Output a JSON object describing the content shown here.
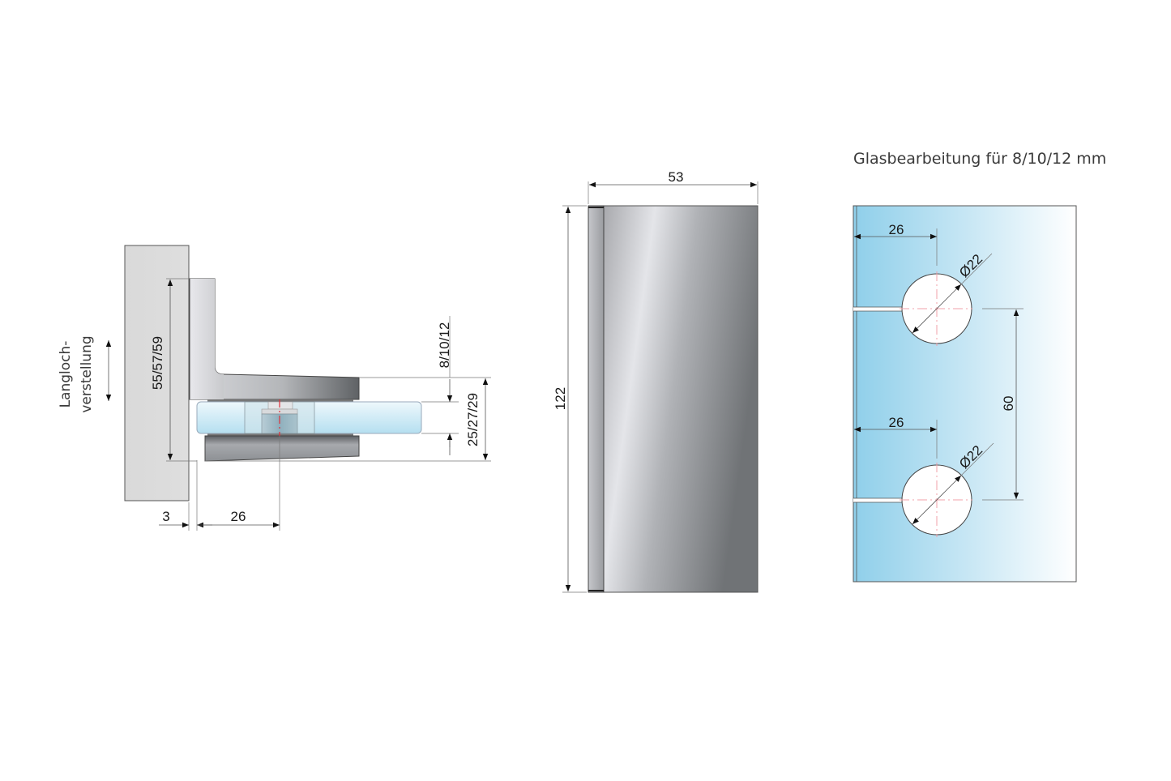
{
  "side_view": {
    "slot_adjustment_label_line1": "Langloch-",
    "slot_adjustment_label_line2": "verstellung",
    "height_dim": "55/57/59",
    "glass_thickness_dim": "8/10/12",
    "clamp_height_dim": "25/27/29",
    "gap_dim": "3",
    "axis_offset_dim": "26"
  },
  "front_view": {
    "width_dim": "53",
    "height_dim": "122"
  },
  "glass_processing": {
    "title": "Glasbearbeitung für 8/10/12 mm",
    "hole_top": {
      "offset_dim": "26",
      "diameter_dim": "Ø22"
    },
    "hole_bottom": {
      "offset_dim": "26",
      "diameter_dim": "Ø22"
    },
    "hole_spacing_dim": "60"
  },
  "colors": {
    "wall": "#dcdcdc",
    "glass_light": "#e4f3fa",
    "glass_blue": "#8fcfea",
    "metal_dark": "#6b6e72",
    "metal_light": "#e6e6ea",
    "centerline": "#e0303a"
  }
}
